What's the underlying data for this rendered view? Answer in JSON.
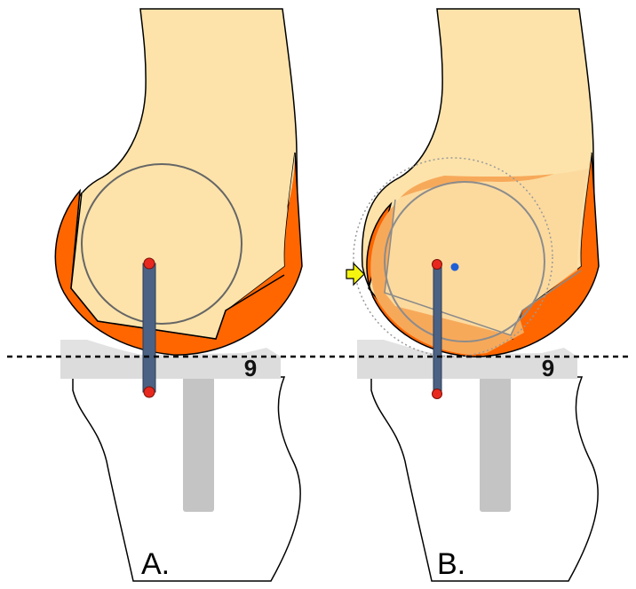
{
  "panels": [
    {
      "label": "A.",
      "insert_size": "9"
    },
    {
      "label": "B.",
      "insert_size": "9"
    }
  ],
  "colors": {
    "bone": "#fde3aa",
    "implant": "#ff6600",
    "resected_highlight": "#f7a95a",
    "tibial_component": "#dcdcdc",
    "stem": "#c4c4c4",
    "rod": "#4b6284",
    "pivot_point": "#e8281e",
    "center_marker": "#1e5fd6",
    "arrow": "#f5f510"
  }
}
